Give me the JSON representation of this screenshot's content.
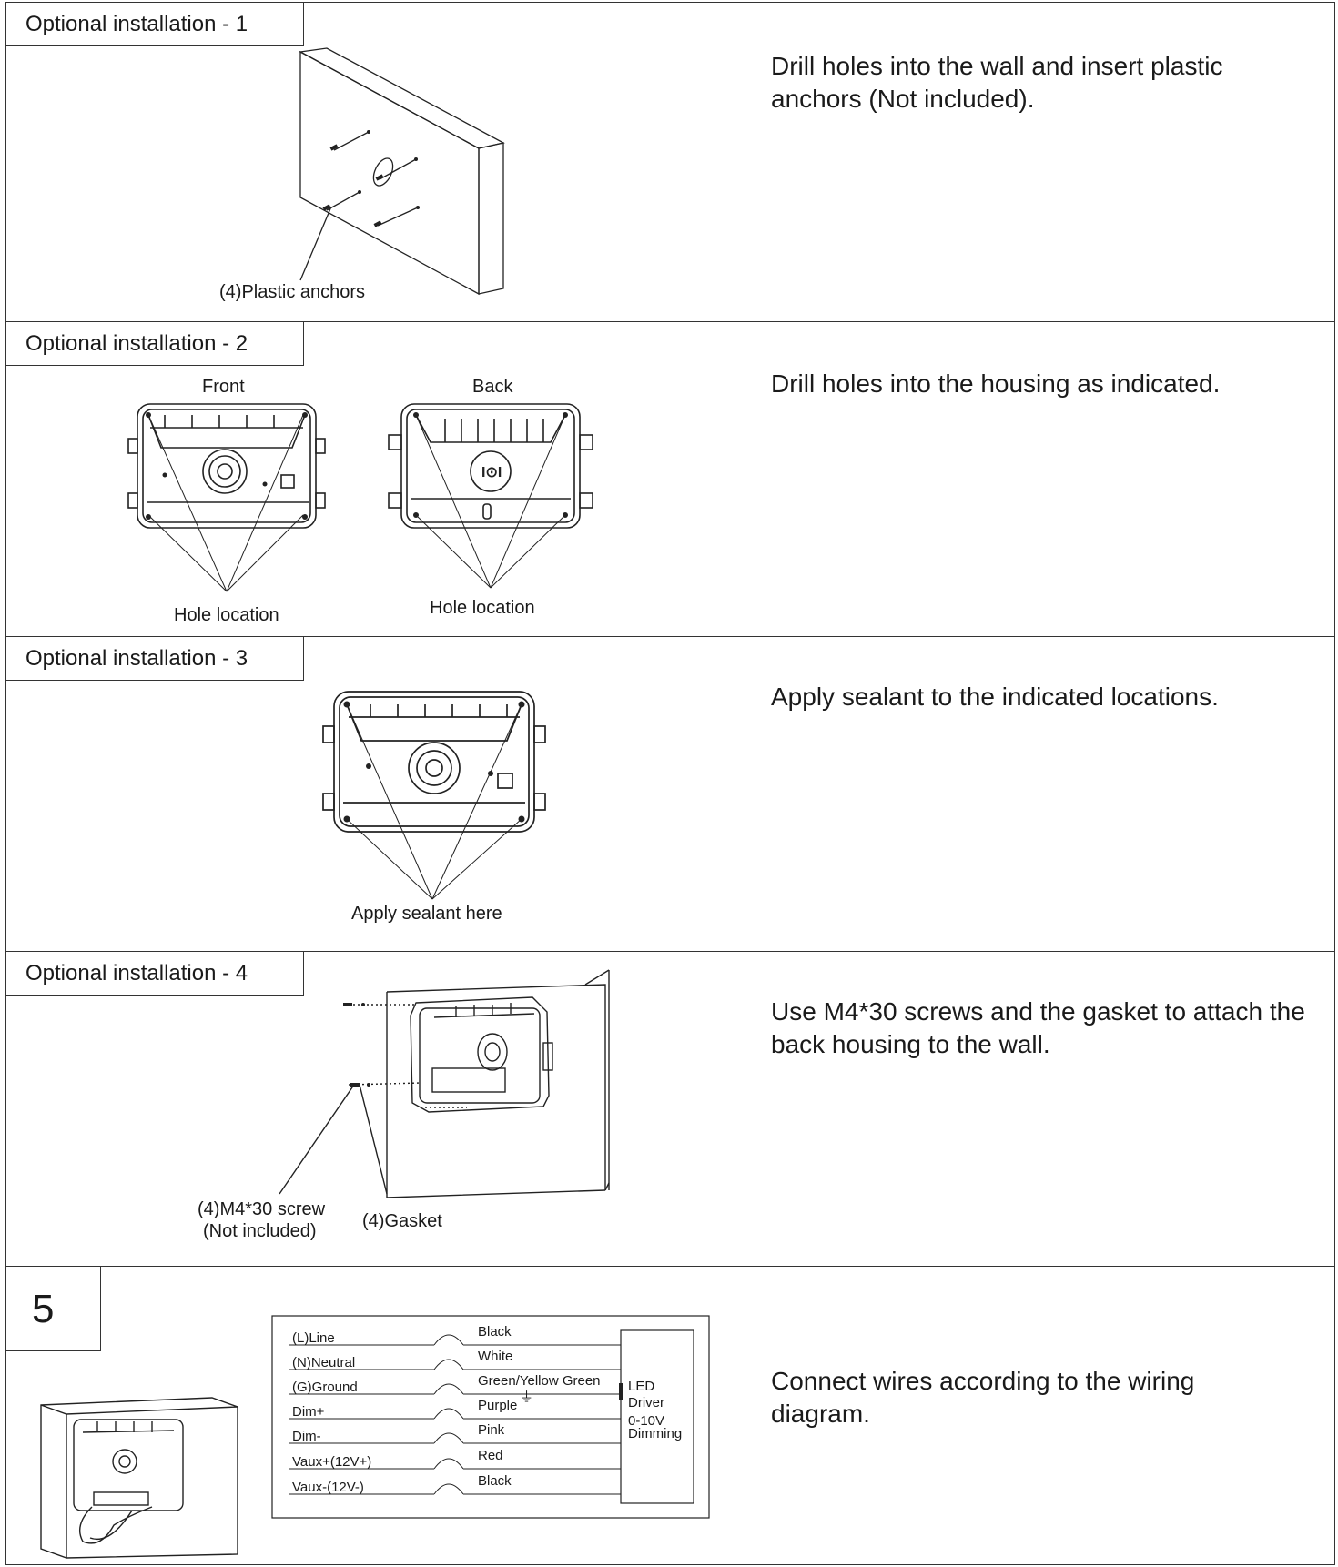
{
  "steps": [
    {
      "tab": "Optional installation - 1",
      "text": "Drill holes into the wall and insert plastic anchors (Not included).",
      "labels": {
        "anchors": "(4)Plastic anchors"
      }
    },
    {
      "tab": "Optional installation - 2",
      "text": "Drill holes into the housing as indicated.",
      "labels": {
        "front": "Front",
        "back": "Back",
        "hole_front": "Hole location",
        "hole_back": "Hole location"
      }
    },
    {
      "tab": "Optional installation - 3",
      "text": "Apply sealant to the indicated locations.",
      "labels": {
        "sealant": "Apply sealant here"
      }
    },
    {
      "tab": "Optional installation - 4",
      "text": "Use M4*30 screws and the gasket to attach the back housing to the wall.",
      "labels": {
        "screw_line1": "(4)M4*30 screw",
        "screw_line2": "(Not included)",
        "gasket": "(4)Gasket"
      }
    },
    {
      "tab": "5",
      "text": "Connect wires according to the wiring diagram.",
      "wiring": {
        "rows": [
          {
            "left": "(L)Line",
            "right": "Black"
          },
          {
            "left": "(N)Neutral",
            "right": "White"
          },
          {
            "left": "(G)Ground",
            "right": "Green/Yellow Green"
          },
          {
            "left": "Dim+",
            "right": "Purple"
          },
          {
            "left": "Dim-",
            "right": "Pink"
          },
          {
            "left": "Vaux+(12V+)",
            "right": "Red"
          },
          {
            "left": "Vaux-(12V-)",
            "right": "Black"
          }
        ],
        "driver_lines": [
          "LED",
          "Driver",
          "0-10V",
          "Dimming"
        ],
        "ground_symbol": "⏚"
      }
    }
  ]
}
